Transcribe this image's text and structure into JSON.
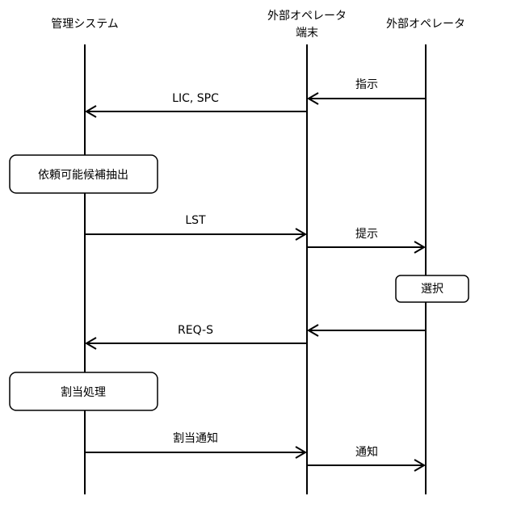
{
  "participants": {
    "system": "管理システム",
    "terminal_line1": "外部オペレータ",
    "terminal_line2": "端末",
    "operator": "外部オペレータ"
  },
  "messages": {
    "instruct": "指示",
    "lic_spc": "LIC, SPC",
    "lst": "LST",
    "present": "提示",
    "req_s": "REQ-S",
    "assign_notify": "割当通知",
    "notify": "通知"
  },
  "processes": {
    "extract": "依頼可能候補抽出",
    "select": "選択",
    "assign": "割当処理"
  }
}
